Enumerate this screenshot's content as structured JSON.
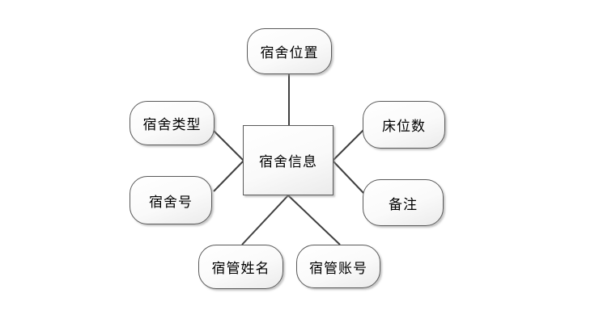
{
  "diagram": {
    "kind": "entity-attribute-diagram",
    "center": {
      "label": "宿舍信息"
    },
    "attributes": [
      {
        "label": "宿舍位置",
        "position": "top"
      },
      {
        "label": "宿舍类型",
        "position": "upper-left"
      },
      {
        "label": "床位数",
        "position": "upper-right"
      },
      {
        "label": "宿舍号",
        "position": "left"
      },
      {
        "label": "备注",
        "position": "right"
      },
      {
        "label": "宿管姓名",
        "position": "bottom-left"
      },
      {
        "label": "宿管账号",
        "position": "bottom-right"
      }
    ],
    "colors": {
      "background": "#ffffff",
      "node_border": "#595959",
      "node_fill_top": "#ffffff",
      "node_fill_bottom": "#ebebeb",
      "connector": "#404040",
      "text": "#000000"
    }
  }
}
